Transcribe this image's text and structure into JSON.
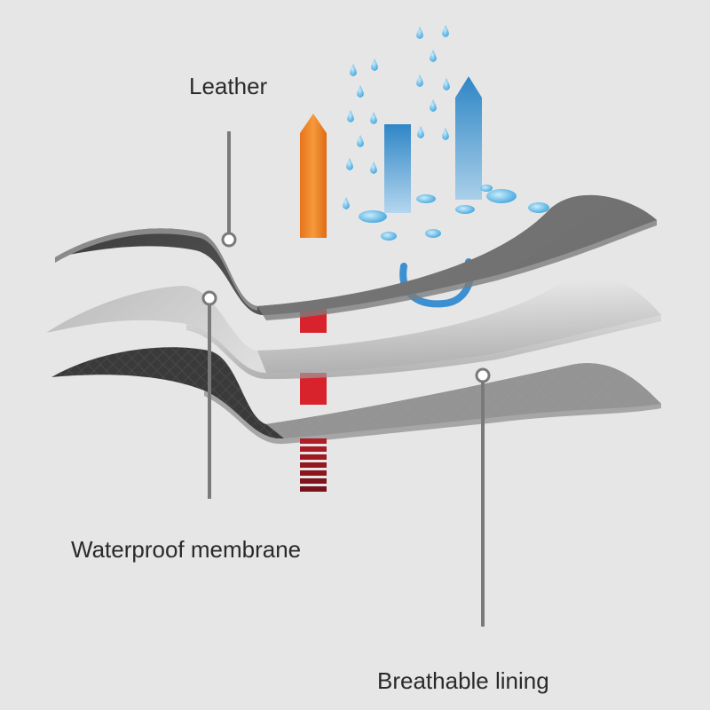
{
  "labels": {
    "leather": "Leather",
    "membrane": "Waterproof membrane",
    "lining": "Breathable lining"
  },
  "colors": {
    "background": "#e6e6e6",
    "leather_layer": "#474747",
    "membrane_layer": "#cfcfcf",
    "lining_layer": "#3a3a3a",
    "heat_arrow_orange": "#f07a22",
    "heat_arrow_red": "#d8222c",
    "water_arrow_blue": "#2f86c6",
    "droplet_blue": "#5bb6e6",
    "pointer_line": "#7a7a7a"
  },
  "icons": [
    "heat-up-arrow-icon",
    "water-up-arrow-icon",
    "water-down-arrow-icon",
    "water-droplet-icon",
    "water-bead-icon"
  ]
}
